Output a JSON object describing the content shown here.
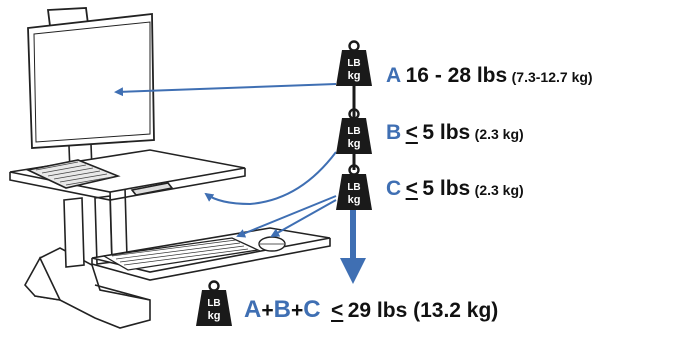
{
  "weights": {
    "icon_line1": "LB",
    "icon_line2": "kg",
    "a": {
      "letter": "A",
      "range": "16 - 28 lbs",
      "metric": "(7.3-12.7 kg)"
    },
    "b": {
      "letter": "B",
      "symbol": "<",
      "amount": "5 lbs",
      "metric": "(2.3 kg)"
    },
    "c": {
      "letter": "C",
      "symbol": "<",
      "amount": "5 lbs",
      "metric": "(2.3 kg)"
    },
    "total": {
      "letter_a": "A",
      "plus1": "+",
      "letter_b": "B",
      "plus2": "+",
      "letter_c": "C",
      "symbol": "<",
      "amount": "29 lbs (13.2 kg)"
    }
  },
  "colors": {
    "accent": "#3f6fb3",
    "dark": "#1a1a1a",
    "line": "#222222"
  }
}
